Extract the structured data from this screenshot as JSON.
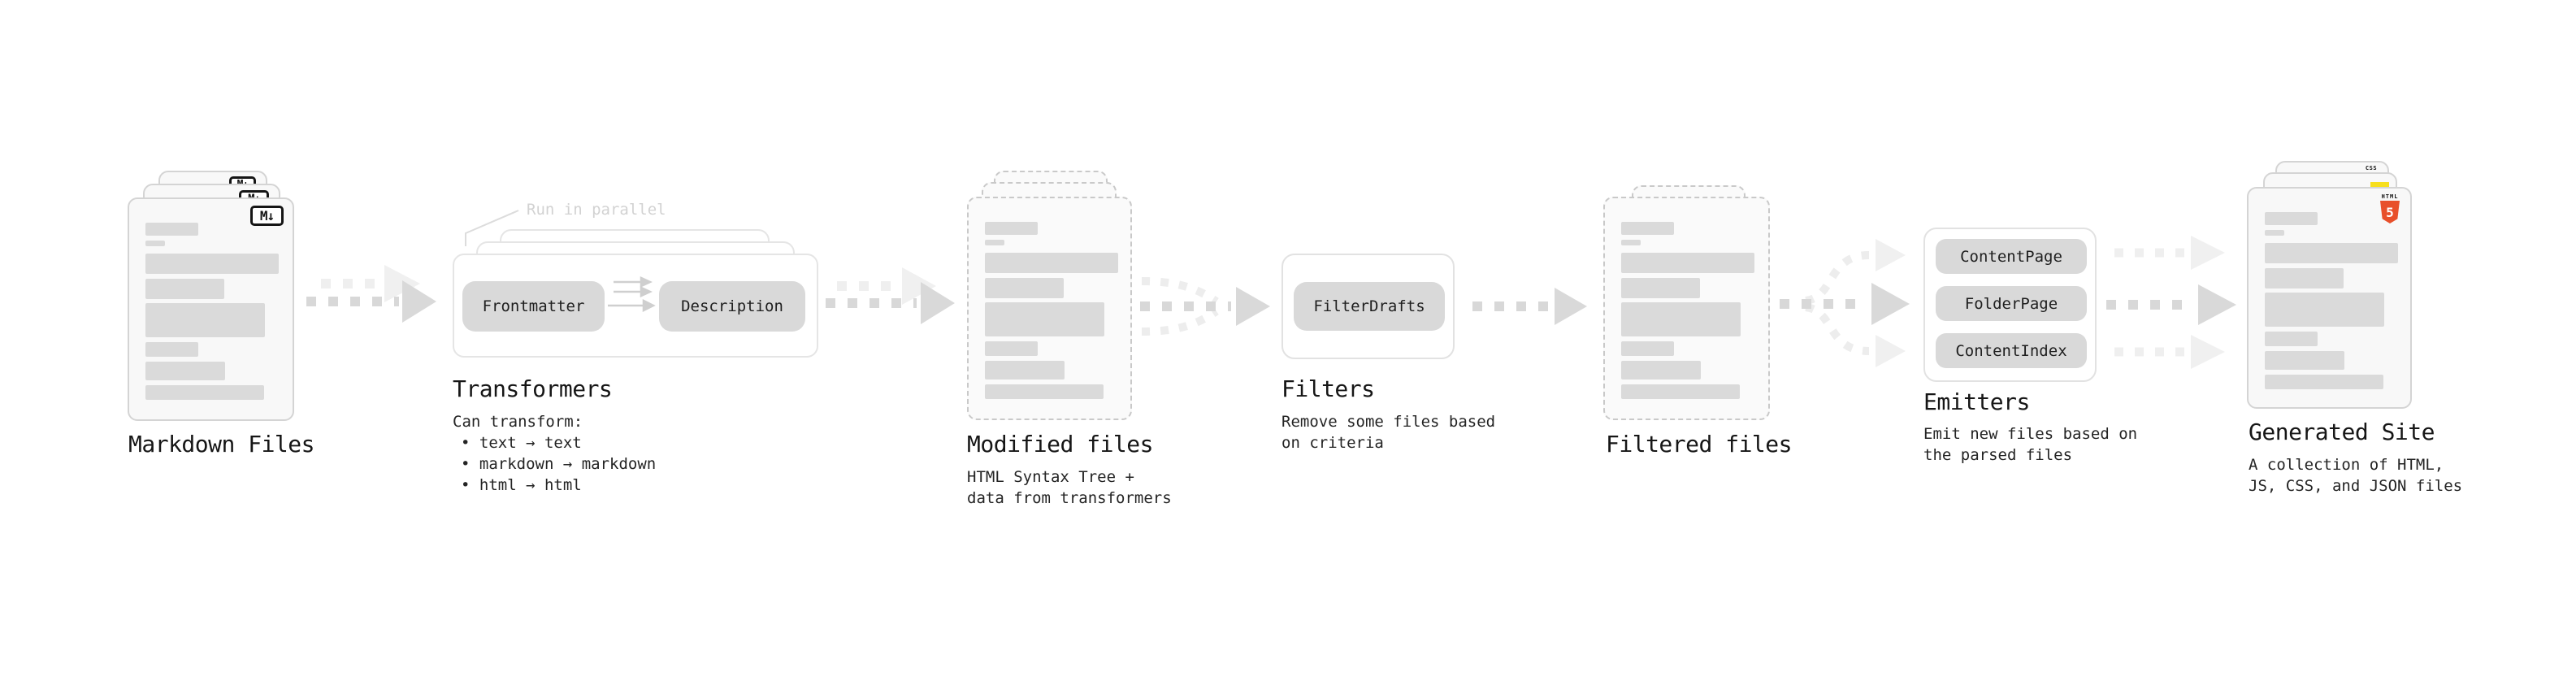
{
  "stages": {
    "markdown": {
      "label": "Markdown Files",
      "badge": "M↓"
    },
    "transformers": {
      "label": "Transformers",
      "annotation": "Run in parallel",
      "pill_left": "Frontmatter",
      "pill_right": "Description",
      "desc_title": "Can transform:",
      "bullets": [
        "• text → text",
        "• markdown → markdown",
        "• html → html"
      ]
    },
    "modified": {
      "label": "Modified files",
      "desc_line1": "HTML Syntax Tree +",
      "desc_line2": "data from transformers"
    },
    "filters": {
      "label": "Filters",
      "pill": "FilterDrafts",
      "desc_line1": "Remove some files based",
      "desc_line2": "on criteria"
    },
    "filtered": {
      "label": "Filtered files"
    },
    "emitters": {
      "label": "Emitters",
      "pills": [
        "ContentPage",
        "FolderPage",
        "ContentIndex"
      ],
      "desc_line1": "Emit new files based on",
      "desc_line2": "the parsed files"
    },
    "generated": {
      "label": "Generated Site",
      "desc_line1": "A collection of HTML,",
      "desc_line2": "JS, CSS, and JSON files",
      "badge_css": "CSS",
      "badge_html_word": "HTML",
      "badge_html_num": "5"
    }
  },
  "colors": {
    "arrow_dark": "#d8d8d8",
    "arrow_light": "#efefef",
    "html5_orange": "#e8502b",
    "js_yellow": "#f7df1e",
    "css_blue": "#2f6bf3"
  }
}
